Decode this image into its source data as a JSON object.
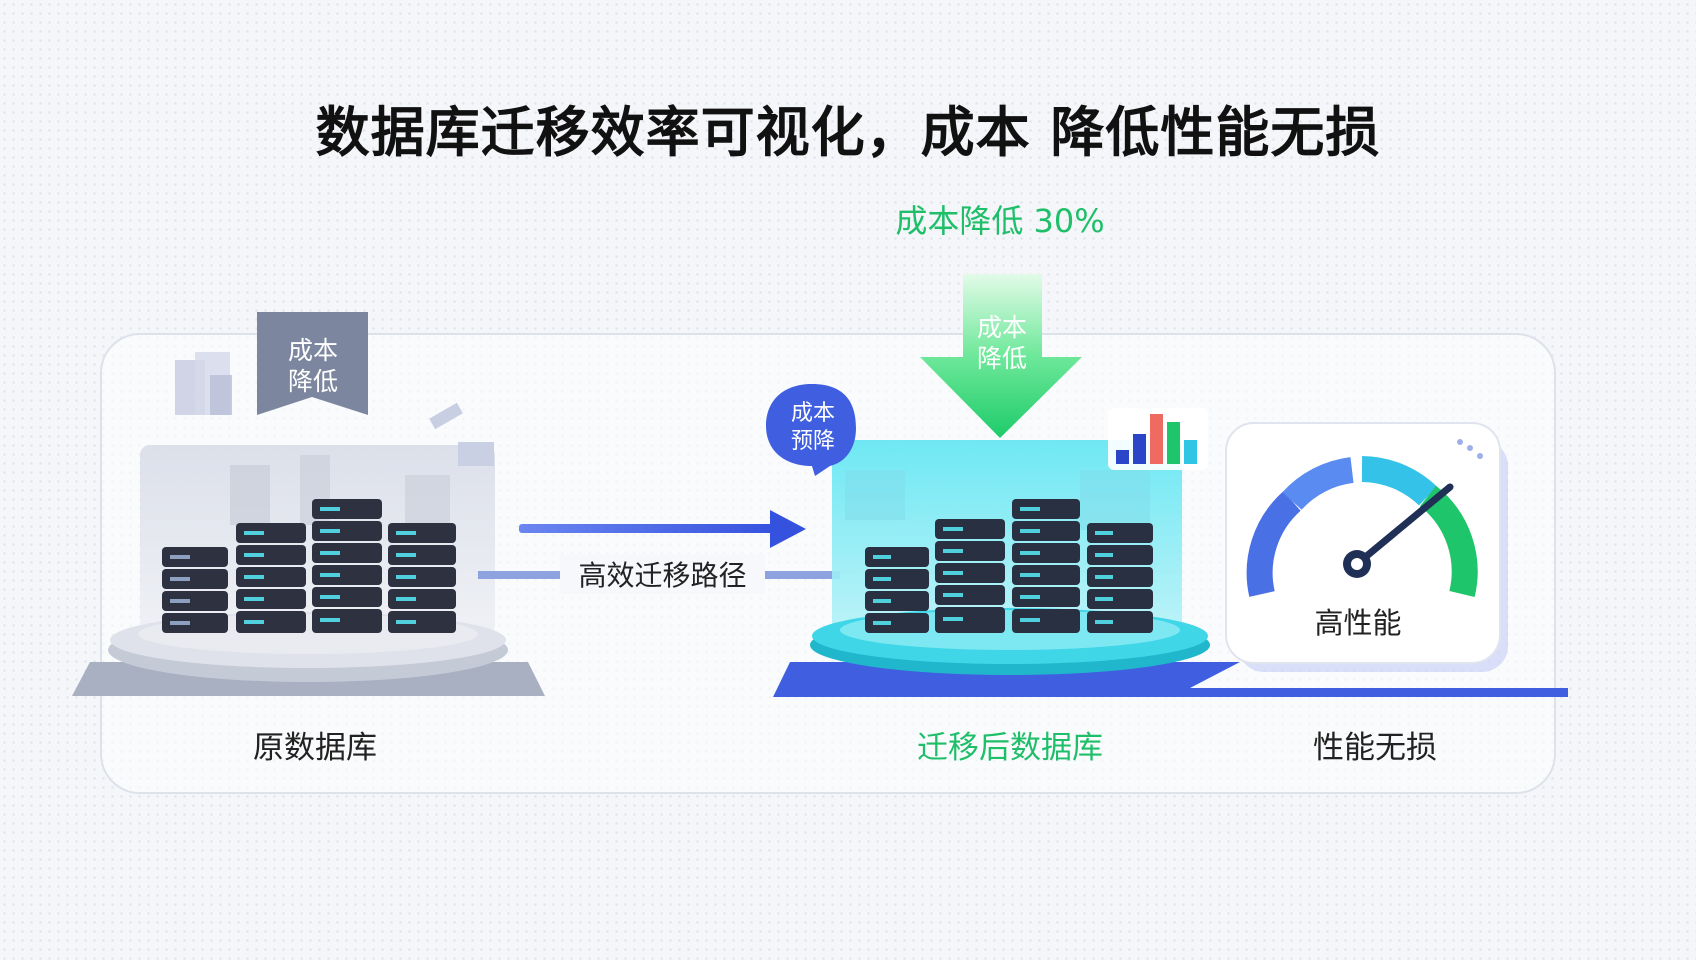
{
  "title": "数据库迁移效率可视化，成本 降低性能无损",
  "subtitle": "成本降低 30%",
  "left_banner": [
    "成本",
    "降低"
  ],
  "right_banner": [
    "成本",
    "降低"
  ],
  "bubble": [
    "成本",
    "预降"
  ],
  "route_label": "高效迁移路径",
  "gauge_label": "高性能",
  "captions": {
    "original": "原数据库",
    "migrated": "迁移后数据库",
    "performance": "性能无损"
  },
  "colors": {
    "accent_green": "#1fbf6a",
    "accent_blue": "#3f5fe0",
    "accent_cyan": "#35d4e6",
    "banner_gray": "#7c879f"
  },
  "icons": [
    "server-rack-icon",
    "gauge-icon",
    "bar-chart-icon",
    "arrow-down-icon",
    "arrow-right-icon",
    "speech-bubble-icon"
  ]
}
